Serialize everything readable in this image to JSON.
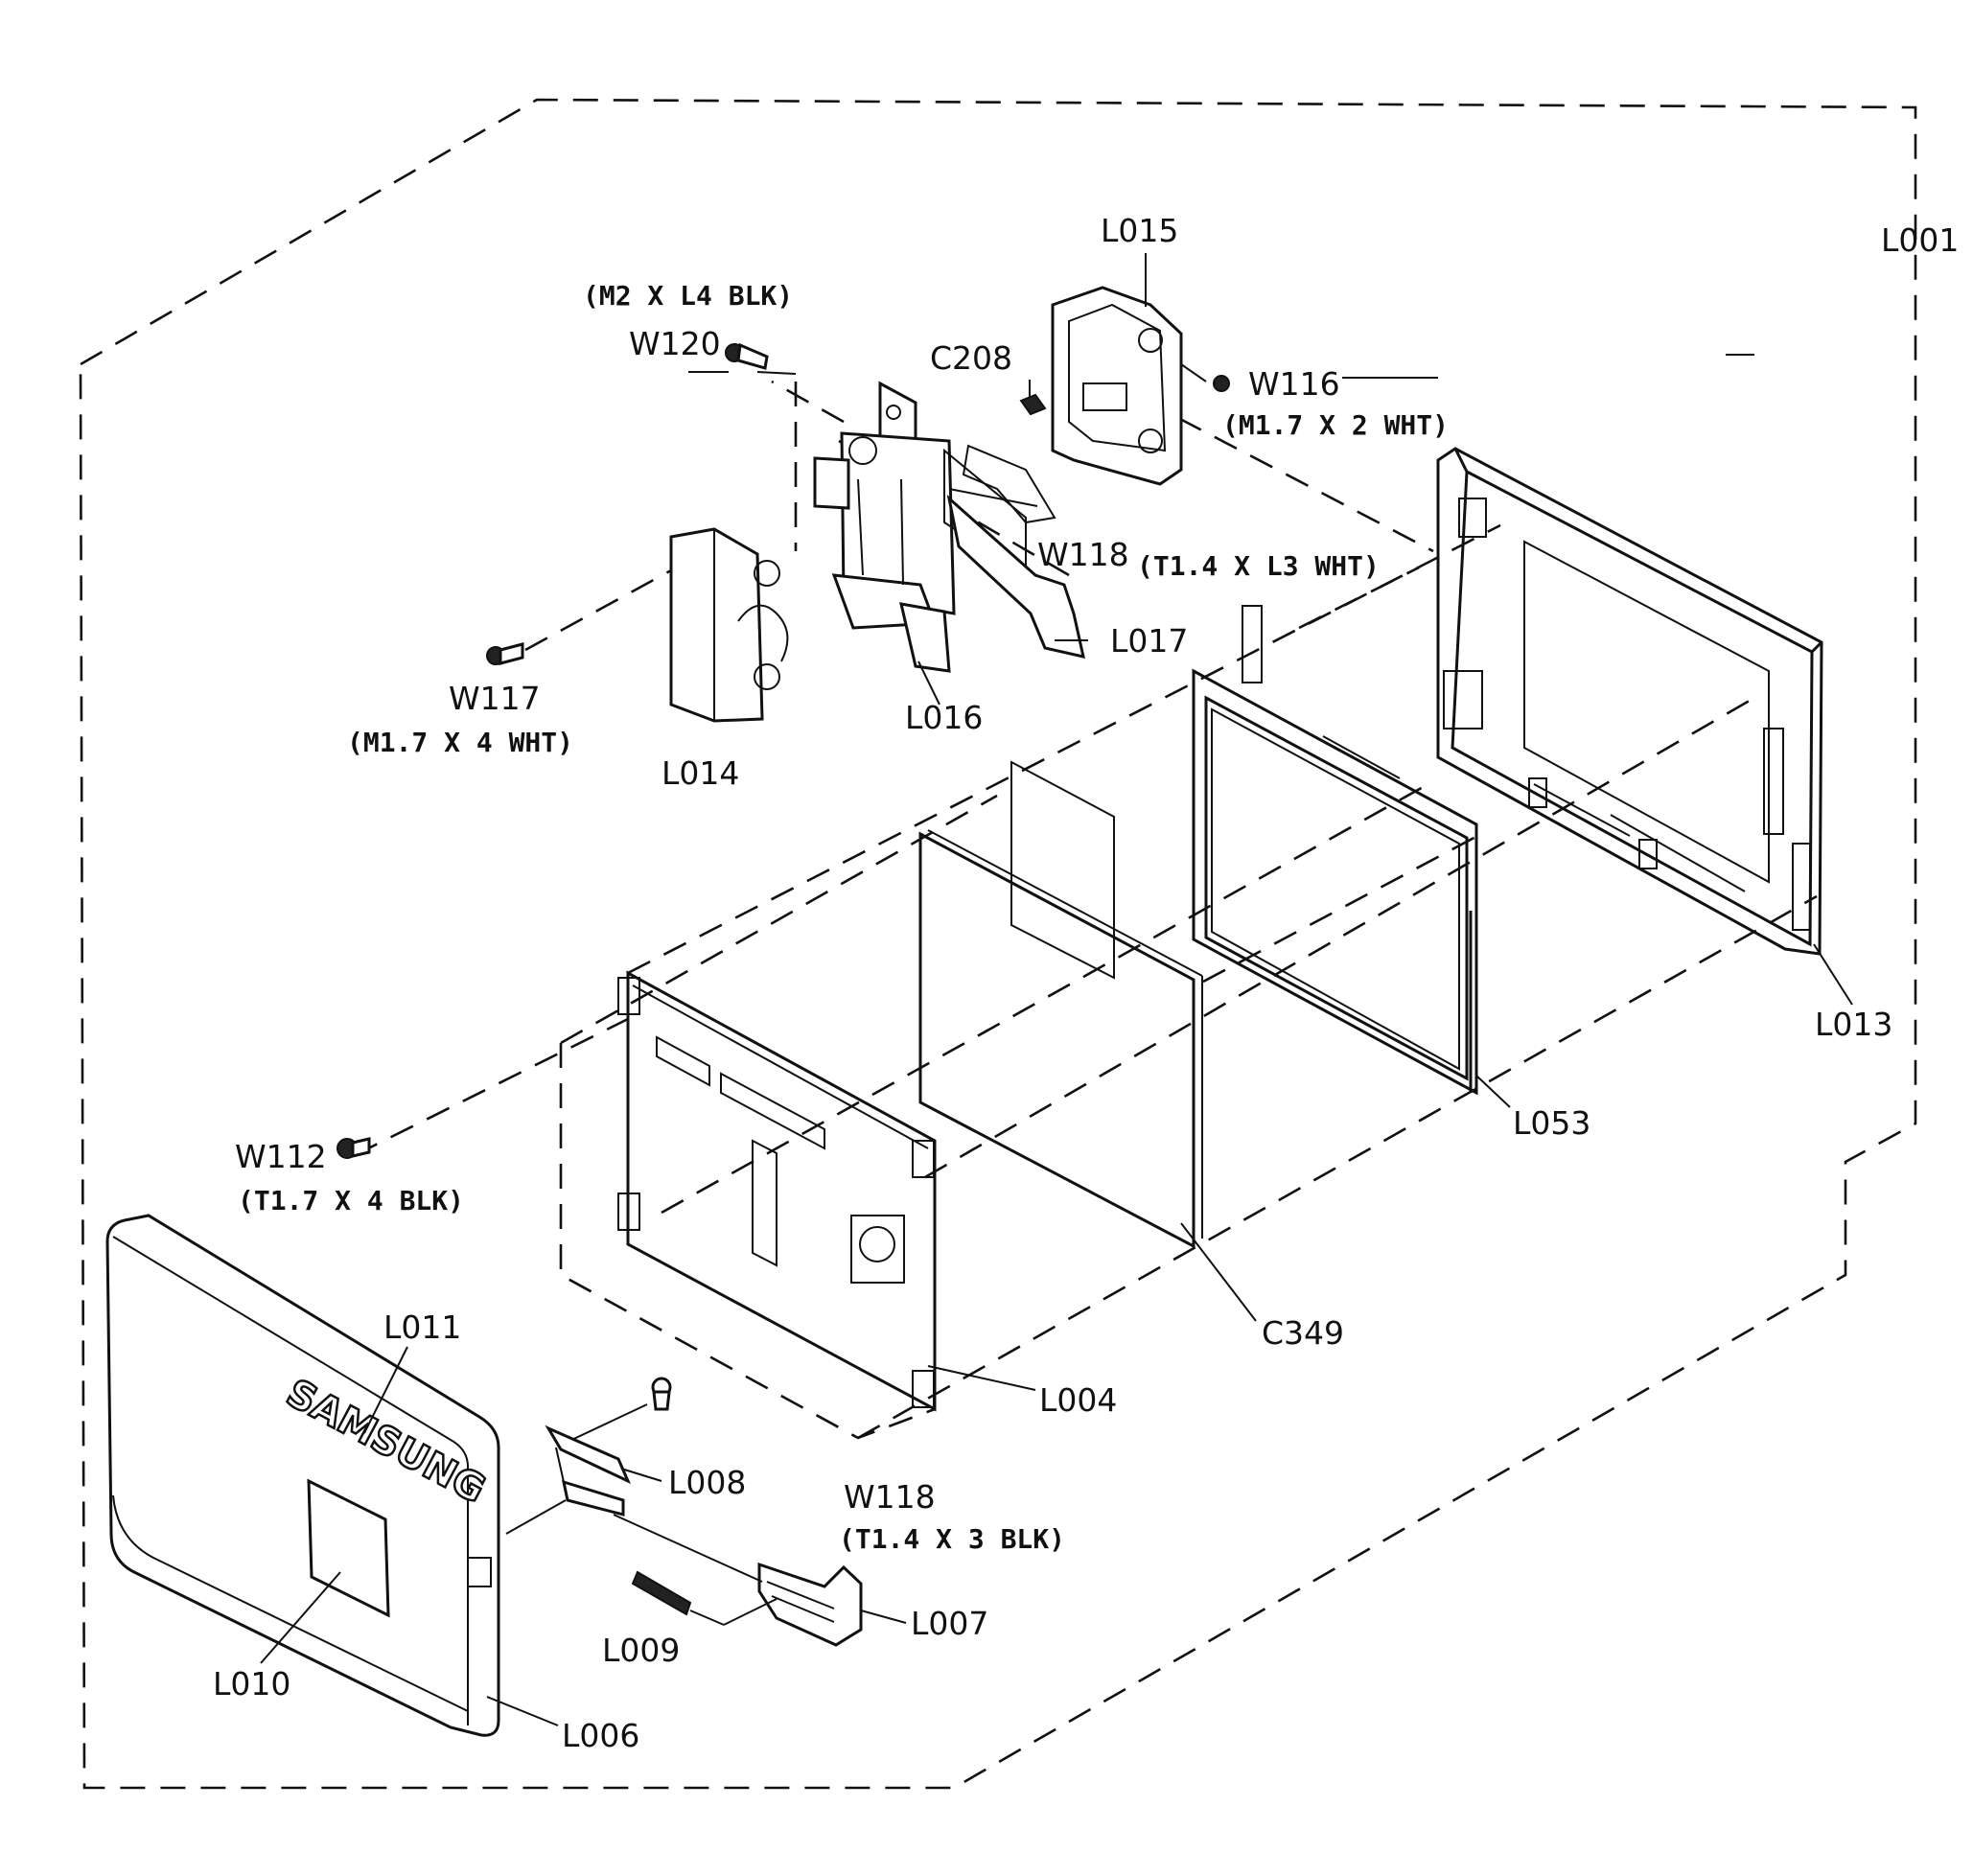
{
  "diagram": {
    "callouts": {
      "L001": "L001",
      "L015": "L015",
      "W120": "W120",
      "W120_spec": "(M2 X L4 BLK)",
      "C208": "C208",
      "W116": "W116",
      "W116_spec": "(M1.7 X 2 WHT)",
      "W118_top": "W118",
      "W118_top_spec": "(T1.4 X L3 WHT)",
      "L017": "L017",
      "L016": "L016",
      "W117": "W117",
      "W117_spec": "(M1.7 X 4 WHT)",
      "L014": "L014",
      "L013": "L013",
      "L053": "L053",
      "W112": "W112",
      "W112_spec": "(T1.7 X 4 BLK)",
      "C349": "C349",
      "L011": "L011",
      "L004": "L004",
      "L008": "L008",
      "W118_bottom": "W118",
      "W118_bottom_spec": "(T1.4 X 3 BLK)",
      "L007": "L007",
      "L009": "L009",
      "L010": "L010",
      "L006": "L006"
    },
    "logo_text": "SAMSUNG"
  }
}
